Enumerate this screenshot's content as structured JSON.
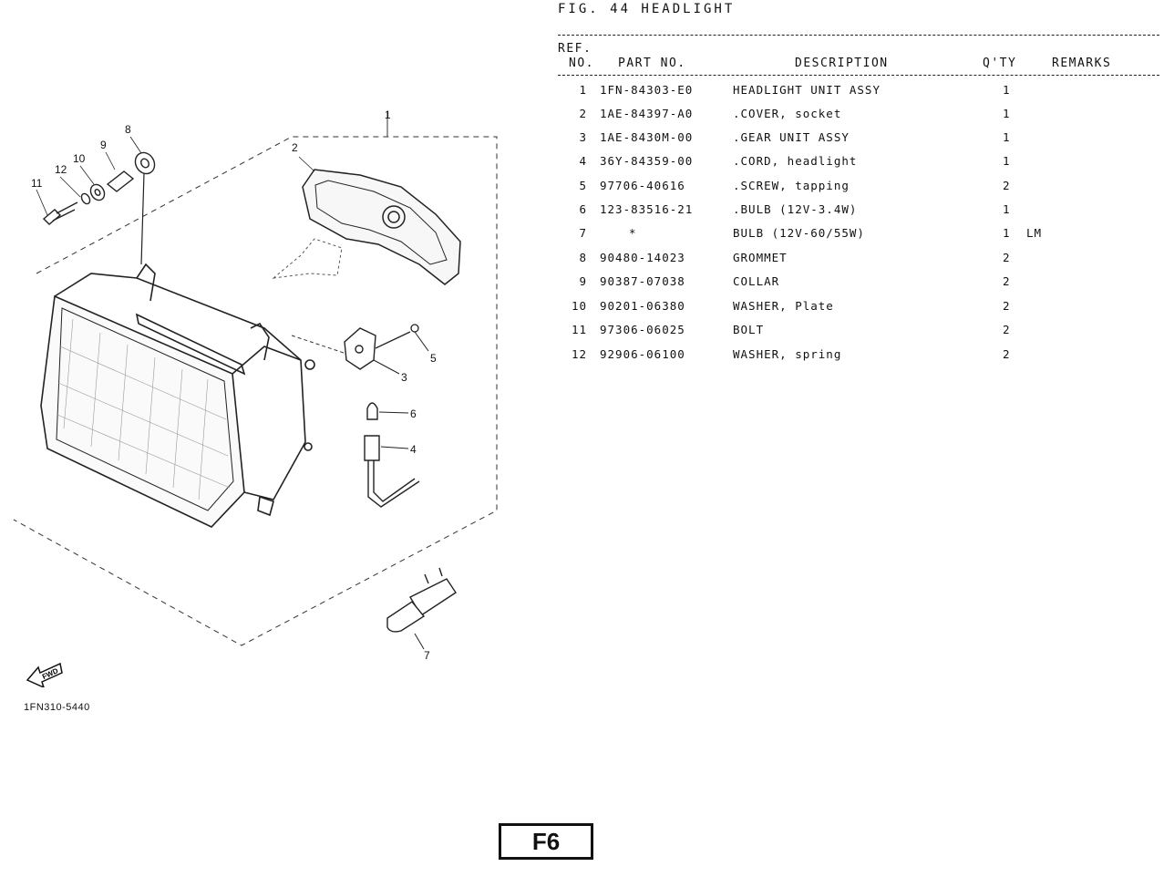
{
  "figure": {
    "title": "FIG. 44  HEADLIGHT"
  },
  "table": {
    "headers": {
      "ref_line1": "REF.",
      "ref_line2": "NO.",
      "part_no": "PART NO.",
      "description": "DESCRIPTION",
      "qty": "Q'TY",
      "remarks": "REMARKS"
    },
    "rows": [
      {
        "ref": "1",
        "part": "1FN-84303-E0",
        "desc": "HEADLIGHT UNIT ASSY",
        "qty": "1",
        "remarks": ""
      },
      {
        "ref": "2",
        "part": "1AE-84397-A0",
        "desc": ".COVER, socket",
        "qty": "1",
        "remarks": ""
      },
      {
        "ref": "3",
        "part": "1AE-8430M-00",
        "desc": ".GEAR UNIT ASSY",
        "qty": "1",
        "remarks": ""
      },
      {
        "ref": "4",
        "part": "36Y-84359-00",
        "desc": ".CORD, headlight",
        "qty": "1",
        "remarks": ""
      },
      {
        "ref": "5",
        "part": "97706-40616",
        "desc": ".SCREW, tapping",
        "qty": "2",
        "remarks": ""
      },
      {
        "ref": "6",
        "part": "123-83516-21",
        "desc": ".BULB (12V-3.4W)",
        "qty": "1",
        "remarks": ""
      },
      {
        "ref": "7",
        "part": "*",
        "desc": "BULB (12V-60/55W)",
        "qty": "1",
        "remarks": "LM"
      },
      {
        "ref": "8",
        "part": "90480-14023",
        "desc": "GROMMET",
        "qty": "2",
        "remarks": ""
      },
      {
        "ref": "9",
        "part": "90387-07038",
        "desc": "COLLAR",
        "qty": "2",
        "remarks": ""
      },
      {
        "ref": "10",
        "part": "90201-06380",
        "desc": "WASHER, Plate",
        "qty": "2",
        "remarks": ""
      },
      {
        "ref": "11",
        "part": "97306-06025",
        "desc": "BOLT",
        "qty": "2",
        "remarks": ""
      },
      {
        "ref": "12",
        "part": "92906-06100",
        "desc": "WASHER, spring",
        "qty": "2",
        "remarks": ""
      }
    ]
  },
  "diagram": {
    "callouts": [
      "1",
      "2",
      "3",
      "4",
      "5",
      "6",
      "7",
      "8",
      "9",
      "10",
      "11",
      "12"
    ],
    "fwd_label": "FWD",
    "ref_code": "1FN310-5440"
  },
  "page": {
    "label": "F6"
  }
}
